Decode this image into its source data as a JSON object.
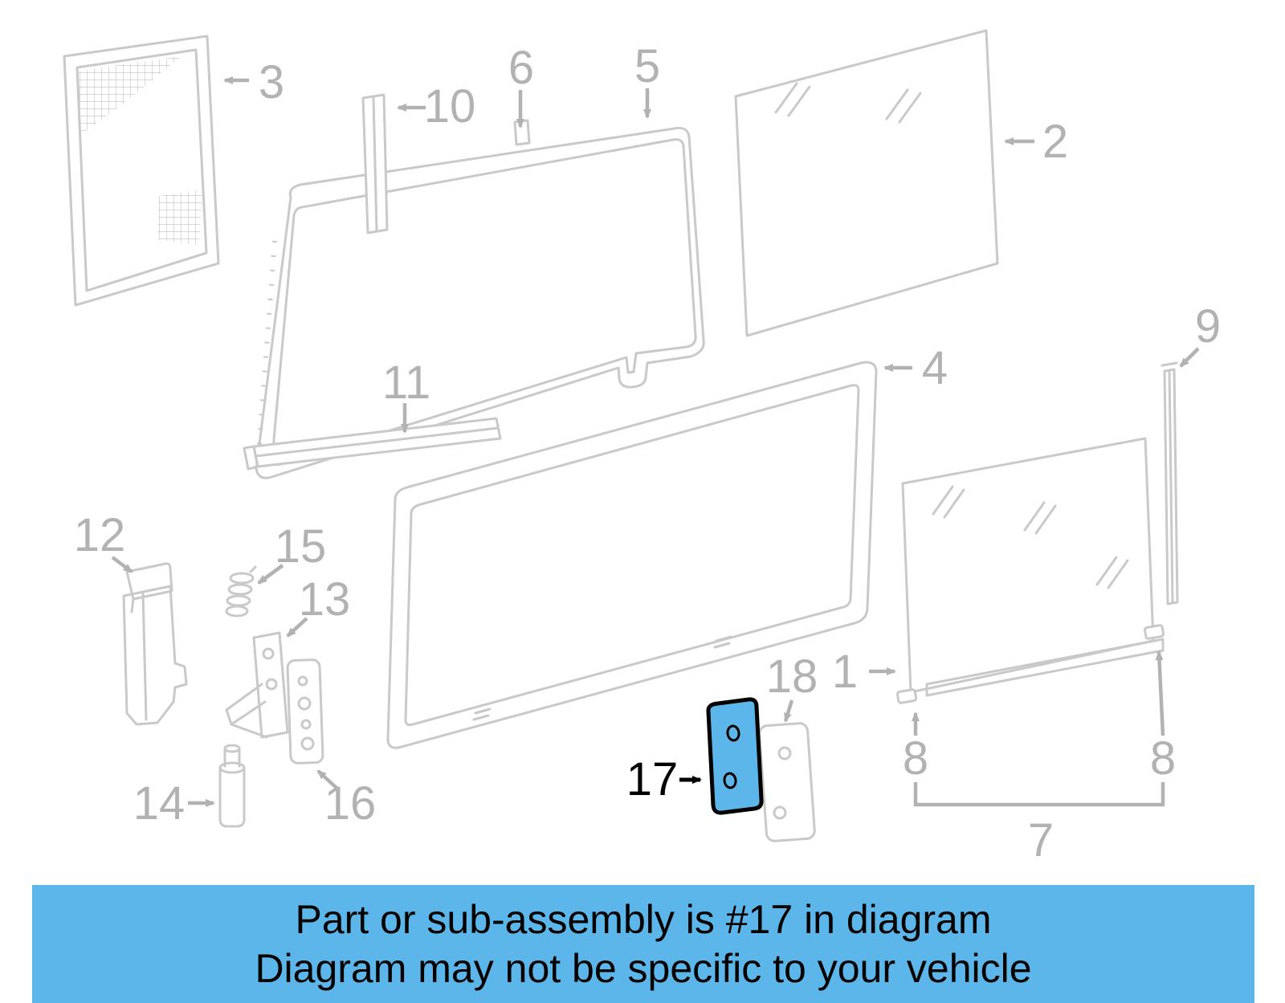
{
  "banner": {
    "line1": "Part or sub-assembly is #17 in diagram",
    "line2": "Diagram may not be specific to your vehicle"
  },
  "callouts": {
    "c1": "1",
    "c2": "2",
    "c3": "3",
    "c4": "4",
    "c5": "5",
    "c6": "6",
    "c7": "7",
    "c8a": "8",
    "c8b": "8",
    "c9": "9",
    "c10": "10",
    "c11": "11",
    "c12": "12",
    "c13": "13",
    "c14": "14",
    "c15": "15",
    "c16": "16",
    "c17": "17",
    "c18": "18"
  },
  "colors": {
    "banner_bg": "#5db6e9",
    "banner_text": "#000000",
    "diagram_line": "#c9c9c9",
    "label_gray": "#b2b2b2",
    "highlight_fill": "#5db6e9",
    "highlight_stroke": "#000000"
  }
}
